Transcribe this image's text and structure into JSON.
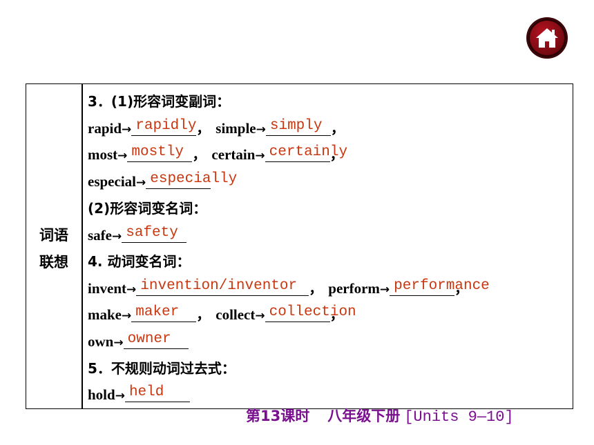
{
  "nav": {
    "home_icon": "home-icon"
  },
  "side_label": {
    "line1": "词语",
    "line2": "联想"
  },
  "section3": {
    "heading": "3．(1)形容词变副词：",
    "rows": [
      {
        "items": [
          {
            "word": "rapid",
            "answer": "rapidly"
          },
          {
            "word": "simple",
            "answer": "simply"
          }
        ]
      },
      {
        "items": [
          {
            "word": "most",
            "answer": "mostly"
          },
          {
            "word": "certain",
            "answer": "certainly"
          }
        ]
      },
      {
        "items": [
          {
            "word": "especial",
            "answer": "especially"
          }
        ]
      }
    ],
    "sub2_heading": "(2)形容词变名词：",
    "sub2_rows": [
      {
        "items": [
          {
            "word": "safe",
            "answer": "safety"
          }
        ]
      }
    ]
  },
  "section4": {
    "heading": "4. 动词变名词：",
    "rows": [
      {
        "items": [
          {
            "word": "invent",
            "answer": "invention/inventor"
          },
          {
            "word": "perform",
            "answer": "performance"
          }
        ]
      },
      {
        "items": [
          {
            "word": "make",
            "answer": "maker"
          },
          {
            "word": "collect",
            "answer": "collection"
          }
        ]
      },
      {
        "items": [
          {
            "word": "own",
            "answer": "owner"
          }
        ]
      }
    ]
  },
  "section5": {
    "heading": "5．不规则动词过去式：",
    "rows": [
      {
        "items": [
          {
            "word": "hold",
            "answer": "held"
          }
        ]
      }
    ]
  },
  "punct": {
    "comma": "，",
    "arrow": "→"
  },
  "footer": {
    "lesson": "第13课时",
    "grade": "八年级下册",
    "units": "[Units 9—10]"
  },
  "colors": {
    "answer": "#c8370f",
    "footer": "#7a1090",
    "home_button": "#8b0d17"
  }
}
